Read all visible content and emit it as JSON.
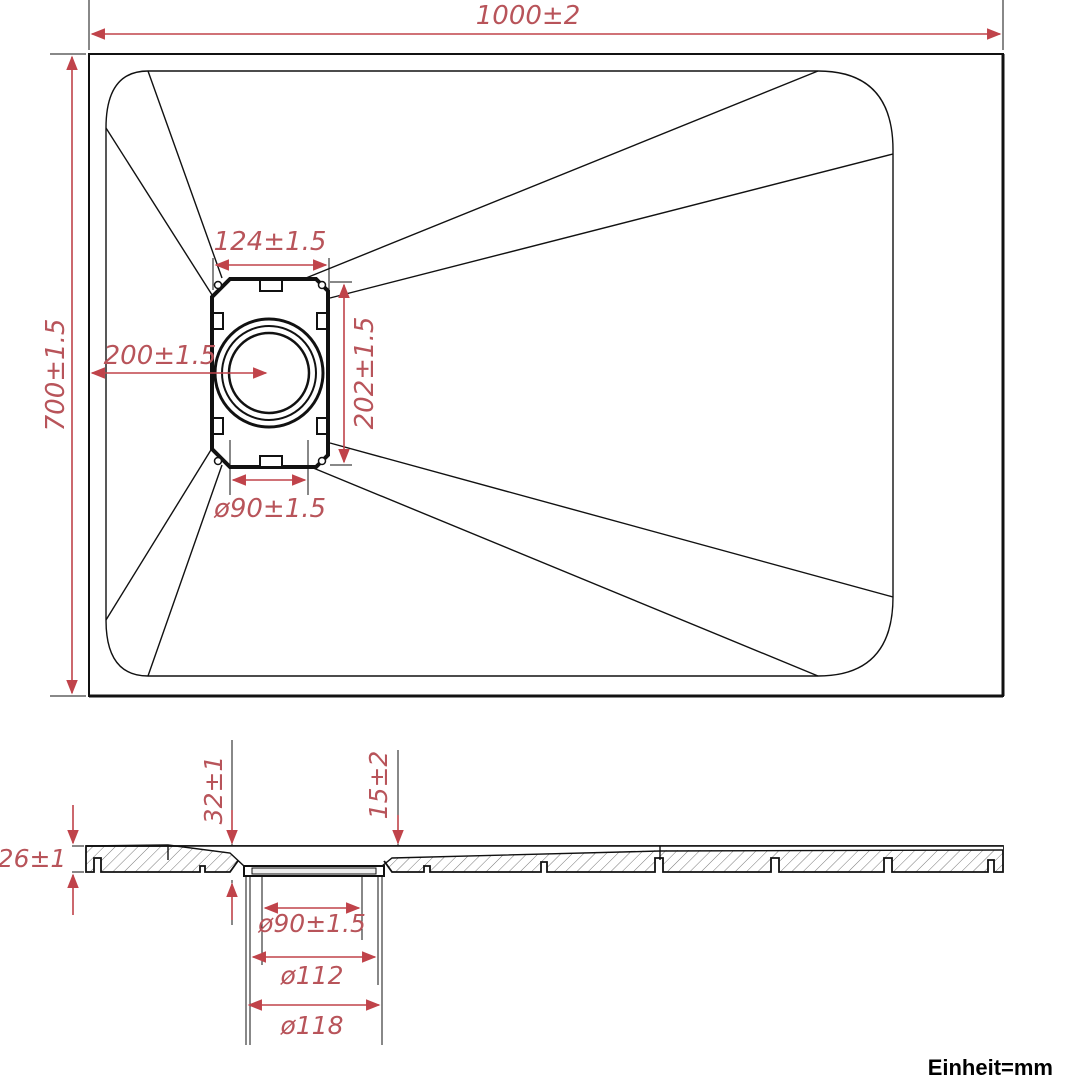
{
  "colors": {
    "dimension": "#c0434a",
    "outline": "#111111",
    "background": "#ffffff"
  },
  "dimensions": {
    "width": "1000±2",
    "length": "700±1.5",
    "drain_plate_width": "124±1.5",
    "drain_offset": "200±1.5",
    "drain_plate_height": "202±1.5",
    "drain_diameter_top": "ø90±1.5",
    "depth_32": "32±1",
    "depth_15": "15±2",
    "thickness": "26±1",
    "section_diameter_90": "ø90±1.5",
    "section_diameter_112": "ø112",
    "section_diameter_118": "ø118"
  },
  "unit_label": "Einheit=mm"
}
